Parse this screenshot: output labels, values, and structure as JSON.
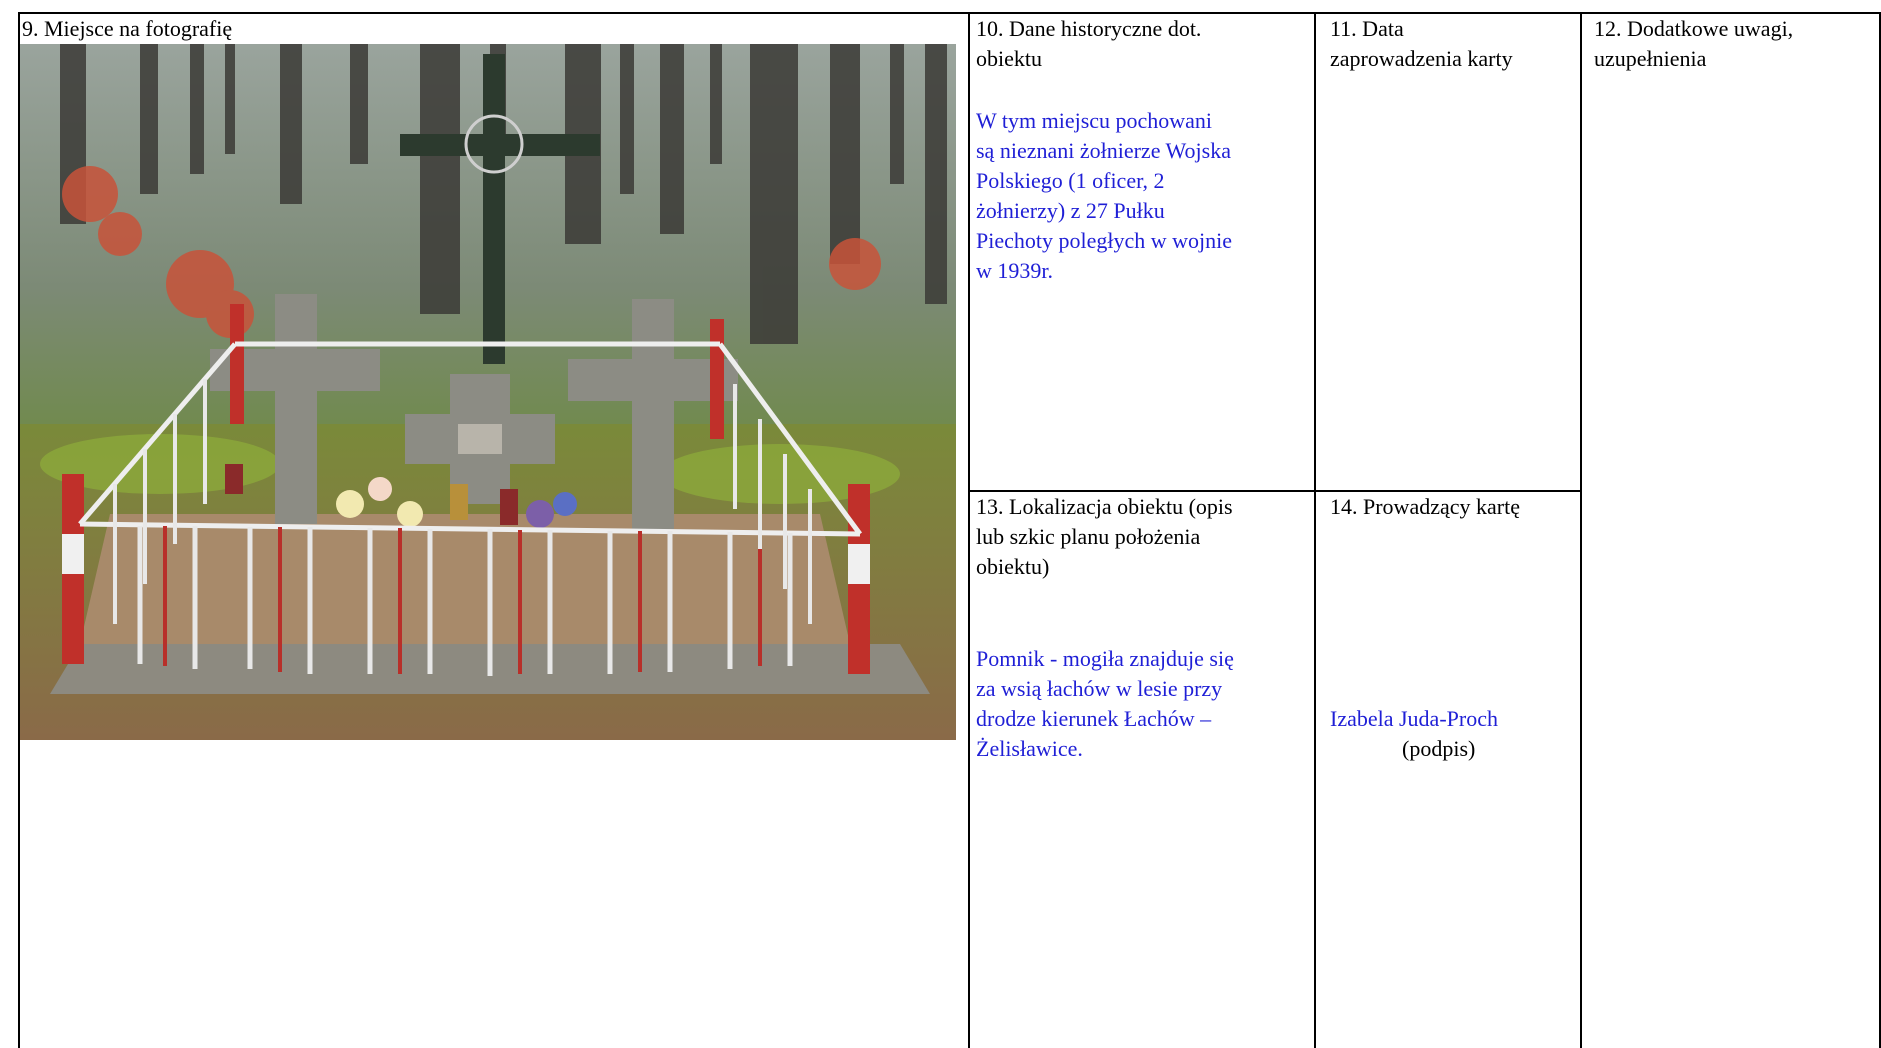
{
  "cell9": {
    "label": "9. Miejsce na fotografię"
  },
  "cell10": {
    "label_line1": "10. Dane historyczne dot.",
    "label_line2": "obiektu",
    "text_lines": [
      "W tym miejscu pochowani",
      "są nieznani żołnierze Wojska",
      "Polskiego (1 oficer, 2",
      "żołnierzy) z 27 Pułku",
      "Piechoty poległych w wojnie",
      "w 1939r."
    ]
  },
  "cell11": {
    "label_line1": "11. Data",
    "label_line2": "zaprowadzenia karty"
  },
  "cell12": {
    "label_line1": "12. Dodatkowe uwagi,",
    "label_line2": "uzupełnienia"
  },
  "cell13": {
    "label_lines": [
      "13. Lokalizacja obiektu (opis",
      "lub szkic planu położenia",
      "obiektu)"
    ],
    "text_lines": [
      "Pomnik - mogiła znajduje się",
      "za wsią łachów w lesie przy",
      "drodze kierunek Łachów –",
      "Żelisławice."
    ]
  },
  "cell14": {
    "label": "14. Prowadzący kartę",
    "name": "Izabela Juda-Proch",
    "signature_caption": "(podpis)"
  },
  "colors": {
    "entry_text": "#1f1fd6",
    "rule": "#000000"
  }
}
